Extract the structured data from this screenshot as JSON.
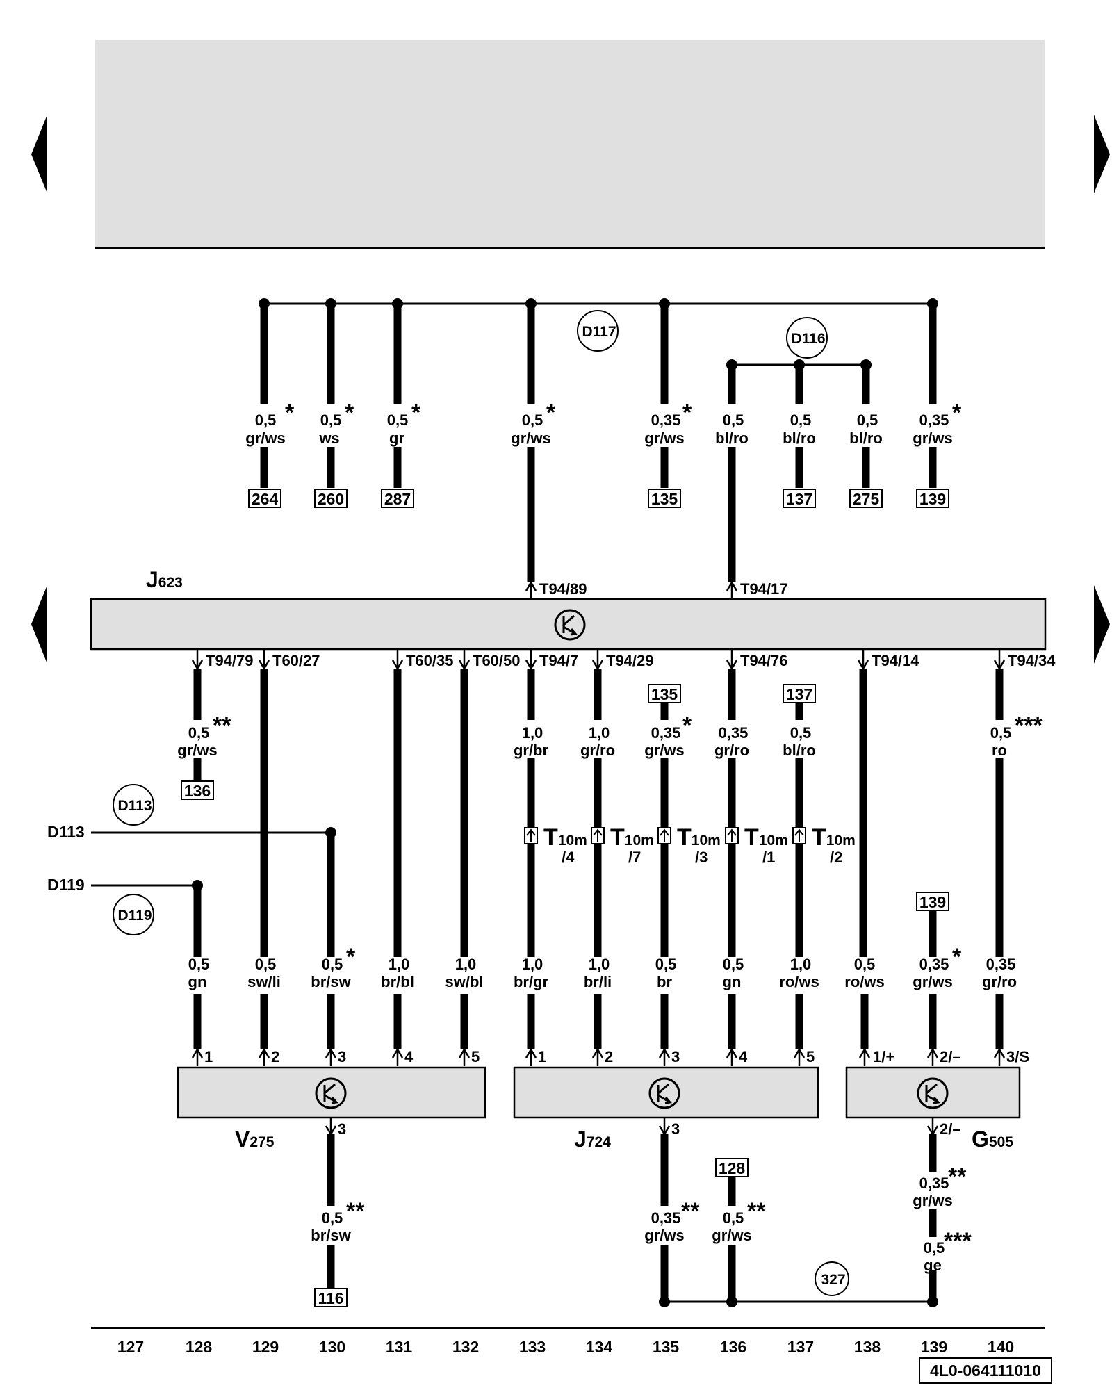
{
  "components": {
    "J623": {
      "letter": "J",
      "num": "623"
    },
    "V275": {
      "letter": "V",
      "num": "275"
    },
    "J724": {
      "letter": "J",
      "num": "724"
    },
    "G505": {
      "letter": "G",
      "num": "505"
    }
  },
  "circle_refs": [
    "D117",
    "D116",
    "D113",
    "D119",
    "327"
  ],
  "side_labels": {
    "d113": "D113",
    "d119": "D119"
  },
  "top_wires": [
    {
      "id": "w264",
      "size": "0,5",
      "color": "gr/ws",
      "mark": "*",
      "ref": "264"
    },
    {
      "id": "w260",
      "size": "0,5",
      "color": "ws",
      "mark": "*",
      "ref": "260"
    },
    {
      "id": "w287",
      "size": "0,5",
      "color": "gr",
      "mark": "*",
      "ref": "287"
    },
    {
      "id": "w89",
      "size": "0,5",
      "color": "gr/ws",
      "mark": "*",
      "pin": "T94/89"
    },
    {
      "id": "w135t",
      "size": "0,35",
      "color": "gr/ws",
      "mark": "*",
      "ref": "135"
    },
    {
      "id": "w17",
      "size": "0,5",
      "color": "bl/ro",
      "mark": "",
      "pin": "T94/17"
    },
    {
      "id": "w137t",
      "size": "0,5",
      "color": "bl/ro",
      "mark": "",
      "ref": "137"
    },
    {
      "id": "w275t",
      "size": "0,5",
      "color": "bl/ro",
      "mark": "",
      "ref": "275"
    },
    {
      "id": "w139t",
      "size": "0,35",
      "color": "gr/ws",
      "mark": "*",
      "ref": "139"
    }
  ],
  "ecu_pins": [
    "T94/79",
    "T60/27",
    "T60/35",
    "T60/50",
    "T94/7",
    "T94/29",
    "T94/76",
    "T94/14",
    "T94/34"
  ],
  "upper_mid_wires": [
    {
      "id": "m79",
      "size": "0,5",
      "color": "gr/ws",
      "mark": "**",
      "ref": "136"
    },
    {
      "id": "m7",
      "size": "1,0",
      "color": "gr/br",
      "mark": ""
    },
    {
      "id": "m29",
      "size": "1,0",
      "color": "gr/ro",
      "mark": ""
    },
    {
      "id": "m135",
      "size": "0,35",
      "color": "gr/ws",
      "mark": "*",
      "ref": "135"
    },
    {
      "id": "m76",
      "size": "0,35",
      "color": "gr/ro",
      "mark": ""
    },
    {
      "id": "m137",
      "size": "0,5",
      "color": "bl/ro",
      "mark": "",
      "ref": "137"
    },
    {
      "id": "m34",
      "size": "0,5",
      "color": "ro",
      "mark": "***"
    }
  ],
  "connectors": [
    {
      "main": "T",
      "sub": "10m",
      "pin": "/4"
    },
    {
      "main": "T",
      "sub": "10m",
      "pin": "/7"
    },
    {
      "main": "T",
      "sub": "10m",
      "pin": "/3"
    },
    {
      "main": "T",
      "sub": "10m",
      "pin": "/1"
    },
    {
      "main": "T",
      "sub": "10m",
      "pin": "/2"
    }
  ],
  "lower_wires": [
    {
      "id": "l1",
      "size": "0,5",
      "color": "gn",
      "mark": "",
      "pin": "1"
    },
    {
      "id": "l2",
      "size": "0,5",
      "color": "sw/li",
      "mark": "",
      "pin": "2"
    },
    {
      "id": "l3",
      "size": "0,5",
      "color": "br/sw",
      "mark": "*",
      "pin": "3"
    },
    {
      "id": "l4",
      "size": "1,0",
      "color": "br/bl",
      "mark": "",
      "pin": "4"
    },
    {
      "id": "l5",
      "size": "1,0",
      "color": "sw/bl",
      "mark": "",
      "pin": "5"
    },
    {
      "id": "l6",
      "size": "1,0",
      "color": "br/gr",
      "mark": "",
      "pin": "1"
    },
    {
      "id": "l7",
      "size": "1,0",
      "color": "br/li",
      "mark": "",
      "pin": "2"
    },
    {
      "id": "l8",
      "size": "0,5",
      "color": "br",
      "mark": "",
      "pin": "3"
    },
    {
      "id": "l9",
      "size": "0,5",
      "color": "gn",
      "mark": "",
      "pin": "4"
    },
    {
      "id": "l10",
      "size": "1,0",
      "color": "ro/ws",
      "mark": "",
      "pin": "5"
    },
    {
      "id": "l11",
      "size": "0,5",
      "color": "ro/ws",
      "mark": "",
      "pin": "1/+"
    },
    {
      "id": "l12",
      "size": "0,35",
      "color": "gr/ws",
      "mark": "*",
      "pin": "2/–",
      "ref": "139"
    },
    {
      "id": "l13",
      "size": "0,35",
      "color": "gr/ro",
      "mark": "",
      "pin": "3/S"
    }
  ],
  "bottom_wires": [
    {
      "id": "b1",
      "size": "0,5",
      "color": "br/sw",
      "mark": "**",
      "pin": "3",
      "ref": "116"
    },
    {
      "id": "b2",
      "size": "0,35",
      "color": "gr/ws",
      "mark": "**",
      "pin": "3"
    },
    {
      "id": "b3",
      "size": "0,5",
      "color": "gr/ws",
      "mark": "**",
      "ref": "128"
    },
    {
      "id": "b4a",
      "size": "0,35",
      "color": "gr/ws",
      "mark": "**",
      "pin": "2/–"
    },
    {
      "id": "b4b",
      "size": "0,5",
      "color": "ge",
      "mark": "***"
    }
  ],
  "columns": [
    "127",
    "128",
    "129",
    "130",
    "131",
    "132",
    "133",
    "134",
    "135",
    "136",
    "137",
    "138",
    "139",
    "140"
  ],
  "doc_id": "4L0-064111010"
}
